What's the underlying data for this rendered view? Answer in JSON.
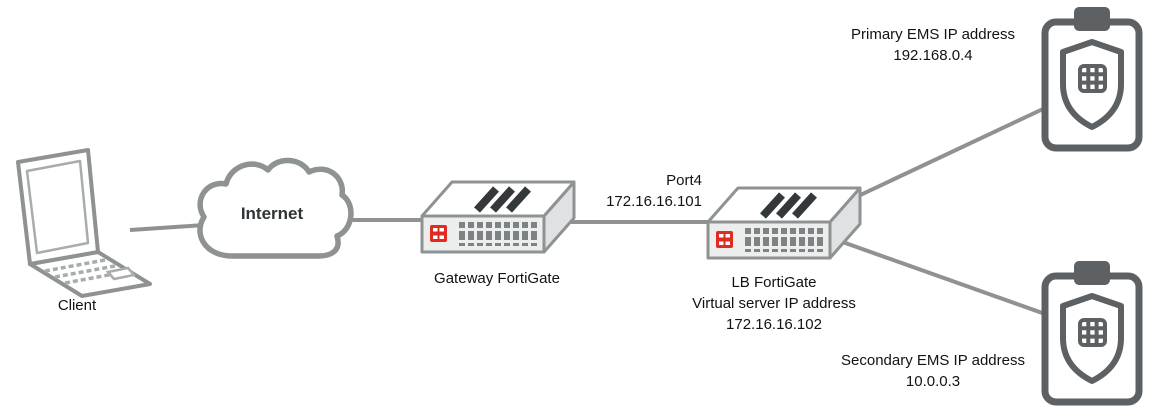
{
  "nodes": {
    "client": {
      "label": "Client",
      "icon": "laptop-icon"
    },
    "internet": {
      "label": "Internet",
      "icon": "cloud-icon"
    },
    "gateway_fortigate": {
      "label": "Gateway FortiGate",
      "icon": "fortigate-appliance-icon"
    },
    "lb_fortigate": {
      "label": "LB FortiGate",
      "sublabel": "Virtual server IP address",
      "ip": "172.16.16.102",
      "icon": "fortigate-appliance-icon"
    },
    "primary_ems": {
      "label": "Primary EMS IP address",
      "ip": "192.168.0.4",
      "icon": "ems-clipboard-shield-icon"
    },
    "secondary_ems": {
      "label": "Secondary EMS IP address",
      "ip": "10.0.0.3",
      "icon": "ems-clipboard-shield-icon"
    }
  },
  "links": {
    "gateway_to_lb": {
      "port": "Port4",
      "ip": "172.16.16.101"
    }
  },
  "colors": {
    "connector_line": "#8e9293",
    "device_outline": "#8e9293",
    "ems_outline": "#5d6163",
    "fortigate_bars": "#33383a",
    "fortinet_red": "#e02b20",
    "text": "#111314"
  }
}
